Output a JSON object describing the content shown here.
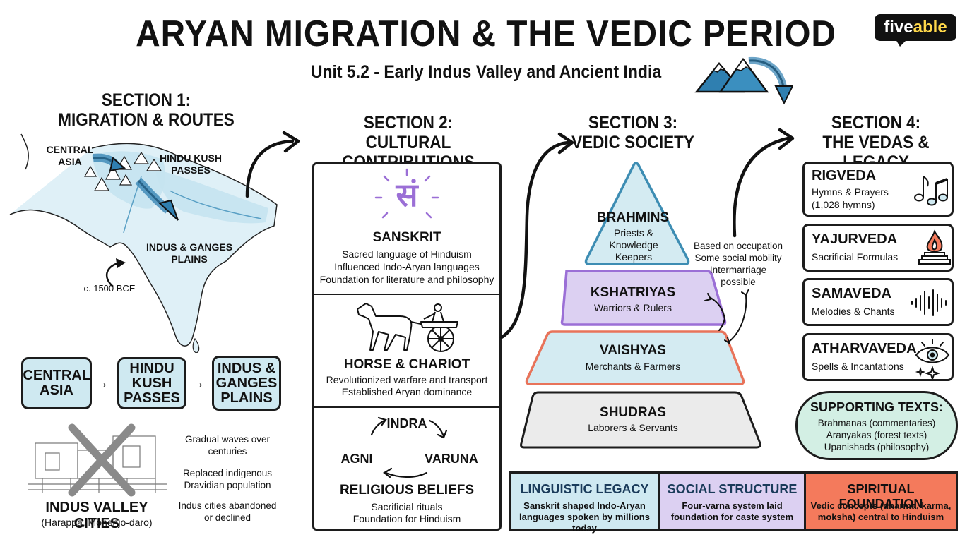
{
  "header": {
    "title": "ARYAN MIGRATION & THE VEDIC PERIOD",
    "subtitle": "Unit 5.2 - Early Indus Valley and Ancient India",
    "logo_a": "five",
    "logo_b": "able"
  },
  "section1": {
    "heading_line1": "SECTION 1:",
    "heading_line2": "MIGRATION & ROUTES",
    "map_labels": {
      "central_asia": "CENTRAL ASIA",
      "hindu_kush": "HINDU KUSH PASSES",
      "plains": "INDUS & GANGES PLAINS",
      "date": "c. 1500 BCE"
    },
    "flow": [
      "CENTRAL ASIA",
      "HINDU KUSH PASSES",
      "INDUS & GANGES PLAINS"
    ],
    "cities_title": "INDUS VALLEY CITIES",
    "cities_sub": "(Harappa, Mohenjo-daro)",
    "notes": [
      "Gradual waves over centuries",
      "Replaced indigenous Dravidian population",
      "Indus cities abandoned or declined"
    ]
  },
  "section2": {
    "heading_line1": "SECTION 2:",
    "heading_line2": "CULTURAL CONTRIBUTIONS",
    "sanskrit_glyph": "सं",
    "sanskrit_title": "SANSKRIT",
    "sanskrit_lines": [
      "Sacred language of Hinduism",
      "Influenced Indo-Aryan languages",
      "Foundation for literature and philosophy"
    ],
    "horse_title": "HORSE & CHARIOT",
    "horse_lines": [
      "Revolutionized warfare and transport",
      "Established Aryan dominance"
    ],
    "gods": [
      "INDRA",
      "VARUNA",
      "AGNI"
    ],
    "religion_title": "RELIGIOUS BELIEFS",
    "religion_lines": [
      "Sacrificial rituals",
      "Foundation for Hinduism"
    ]
  },
  "section3": {
    "heading_line1": "SECTION 3:",
    "heading_line2": "VEDIC SOCIETY",
    "tiers": [
      {
        "name": "BRAHMINS",
        "desc": "Priests & Knowledge Keepers"
      },
      {
        "name": "KSHATRIYAS",
        "desc": "Warriors & Rulers"
      },
      {
        "name": "VAISHYAS",
        "desc": "Merchants & Farmers"
      },
      {
        "name": "SHUDRAS",
        "desc": "Laborers & Servants"
      }
    ],
    "side_note": [
      "Based on occupation",
      "Some social mobility",
      "Intermarriage",
      "possible"
    ]
  },
  "section4": {
    "heading_line1": "SECTION 4:",
    "heading_line2": "THE VEDAS & LEGACY",
    "vedas": [
      {
        "name": "RIGVEDA",
        "desc1": "Hymns & Prayers",
        "desc2": "(1,028 hymns)",
        "icon": "music-notes-icon"
      },
      {
        "name": "YAJURVEDA",
        "desc1": "Sacrificial Formulas",
        "desc2": "",
        "icon": "fire-altar-icon"
      },
      {
        "name": "SAMAVEDA",
        "desc1": "Melodies & Chants",
        "desc2": "",
        "icon": "sound-wave-icon"
      },
      {
        "name": "ATHARVAVEDA",
        "desc1": "Spells & Incantations",
        "desc2": "",
        "icon": "eye-icon"
      }
    ],
    "supporting_title": "SUPPORTING TEXTS:",
    "supporting_lines": [
      "Brahmanas (commentaries)",
      "Aranyakas (forest texts)",
      "Upanishads (philosophy)"
    ]
  },
  "legacy": [
    {
      "title": "LINGUISTIC LEGACY",
      "lines": [
        "Sanskrit shaped Indo-Aryan",
        "languages spoken by millions today"
      ],
      "color": "#cfe9f1"
    },
    {
      "title": "SOCIAL STRUCTURE",
      "lines": [
        "Four-varna system laid",
        "foundation for caste system"
      ],
      "color": "#dcd0f2"
    },
    {
      "title": "SPIRITUAL FOUNDATION",
      "lines": [
        "Vedic concepts (dharma, karma,",
        "moksha) central to Hinduism"
      ],
      "color": "#f47a5c"
    }
  ],
  "colors": {
    "light_blue": "#cfe9f1",
    "purple": "#9b6fd6",
    "brahmin_border": "#3d8db3",
    "kshatriya_fill": "#dcd0f2",
    "vaishya_border": "#e8735a",
    "shudra_fill": "#ebebeb",
    "supporting_fill": "#d3efe4"
  }
}
